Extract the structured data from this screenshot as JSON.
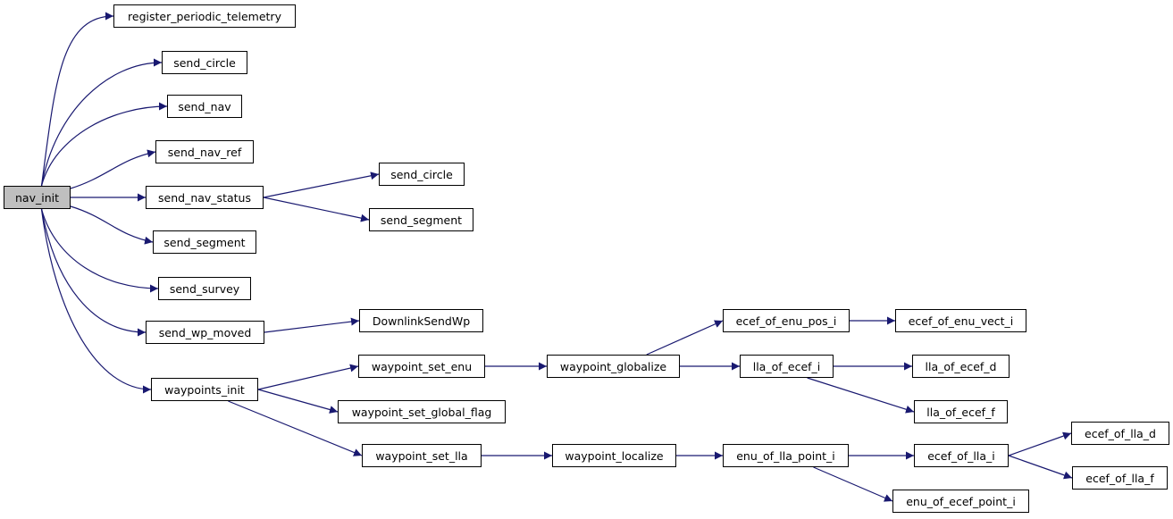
{
  "colors": {
    "edge": "#191970",
    "node_border": "#000000",
    "node_fill": "#ffffff",
    "root_fill": "#bfbfbf"
  },
  "nodes": {
    "nav_init": "nav_init",
    "register_periodic_telemetry": "register_periodic_telemetry",
    "send_circle": "send_circle",
    "send_nav": "send_nav",
    "send_nav_ref": "send_nav_ref",
    "send_nav_status": "send_nav_status",
    "send_segment": "send_segment",
    "send_survey": "send_survey",
    "send_wp_moved": "send_wp_moved",
    "waypoints_init": "waypoints_init",
    "send_circle_2": "send_circle",
    "send_segment_2": "send_segment",
    "DownlinkSendWp": "DownlinkSendWp",
    "waypoint_set_enu": "waypoint_set_enu",
    "waypoint_set_global_flag": "waypoint_set_global_flag",
    "waypoint_set_lla": "waypoint_set_lla",
    "waypoint_globalize": "waypoint_globalize",
    "waypoint_localize": "waypoint_localize",
    "ecef_of_enu_pos_i": "ecef_of_enu_pos_i",
    "lla_of_ecef_i": "lla_of_ecef_i",
    "enu_of_lla_point_i": "enu_of_lla_point_i",
    "ecef_of_enu_vect_i": "ecef_of_enu_vect_i",
    "lla_of_ecef_d": "lla_of_ecef_d",
    "lla_of_ecef_f": "lla_of_ecef_f",
    "ecef_of_lla_i": "ecef_of_lla_i",
    "enu_of_ecef_point_i": "enu_of_ecef_point_i",
    "ecef_of_lla_d": "ecef_of_lla_d",
    "ecef_of_lla_f": "ecef_of_lla_f"
  },
  "edges": [
    [
      "nav_init",
      "register_periodic_telemetry"
    ],
    [
      "nav_init",
      "send_circle"
    ],
    [
      "nav_init",
      "send_nav"
    ],
    [
      "nav_init",
      "send_nav_ref"
    ],
    [
      "nav_init",
      "send_nav_status"
    ],
    [
      "nav_init",
      "send_segment"
    ],
    [
      "nav_init",
      "send_survey"
    ],
    [
      "nav_init",
      "send_wp_moved"
    ],
    [
      "nav_init",
      "waypoints_init"
    ],
    [
      "send_nav_status",
      "send_circle_2"
    ],
    [
      "send_nav_status",
      "send_segment_2"
    ],
    [
      "send_wp_moved",
      "DownlinkSendWp"
    ],
    [
      "waypoints_init",
      "waypoint_set_enu"
    ],
    [
      "waypoints_init",
      "waypoint_set_global_flag"
    ],
    [
      "waypoints_init",
      "waypoint_set_lla"
    ],
    [
      "waypoint_set_enu",
      "waypoint_globalize"
    ],
    [
      "waypoint_globalize",
      "ecef_of_enu_pos_i"
    ],
    [
      "waypoint_globalize",
      "lla_of_ecef_i"
    ],
    [
      "ecef_of_enu_pos_i",
      "ecef_of_enu_vect_i"
    ],
    [
      "lla_of_ecef_i",
      "lla_of_ecef_d"
    ],
    [
      "lla_of_ecef_i",
      "lla_of_ecef_f"
    ],
    [
      "waypoint_set_lla",
      "waypoint_localize"
    ],
    [
      "waypoint_localize",
      "enu_of_lla_point_i"
    ],
    [
      "enu_of_lla_point_i",
      "ecef_of_lla_i"
    ],
    [
      "enu_of_lla_point_i",
      "enu_of_ecef_point_i"
    ],
    [
      "ecef_of_lla_i",
      "ecef_of_lla_d"
    ],
    [
      "ecef_of_lla_i",
      "ecef_of_lla_f"
    ]
  ]
}
